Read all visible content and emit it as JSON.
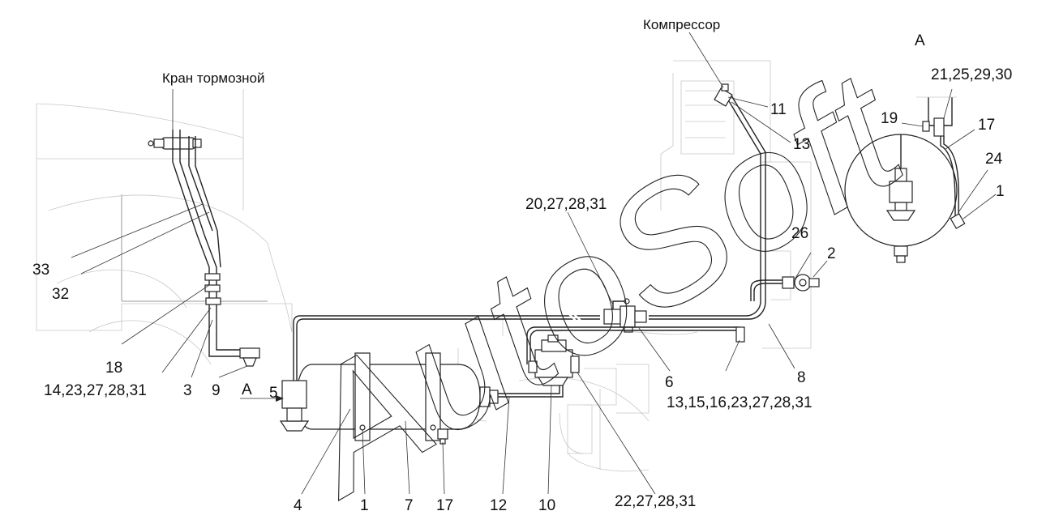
{
  "captions": {
    "brake_valve": "Кран тормозной",
    "compressor": "Компрессор",
    "view_a_title": "А",
    "view_a_arrow": "А"
  },
  "callouts": {
    "c1_bottom": "1",
    "c4": "4",
    "c7": "7",
    "c17_bottom": "17",
    "c12": "12",
    "c10": "10",
    "c22": "22,27,28,31",
    "c5": "5",
    "c9": "9",
    "c3": "3",
    "c14": "14,23,27,28,31",
    "c18": "18",
    "c32": "32",
    "c33": "33",
    "c20": "20,27,28,31",
    "c6": "6",
    "c8": "8",
    "c13_group": "13,15,16,23,27,28,31",
    "c2": "2",
    "c26": "26",
    "c11": "11",
    "c13": "13",
    "c21": "21,25,29,30",
    "c19": "19",
    "c17_view": "17",
    "c24": "24",
    "c1_view": "1"
  },
  "watermark": "AutoSoft"
}
